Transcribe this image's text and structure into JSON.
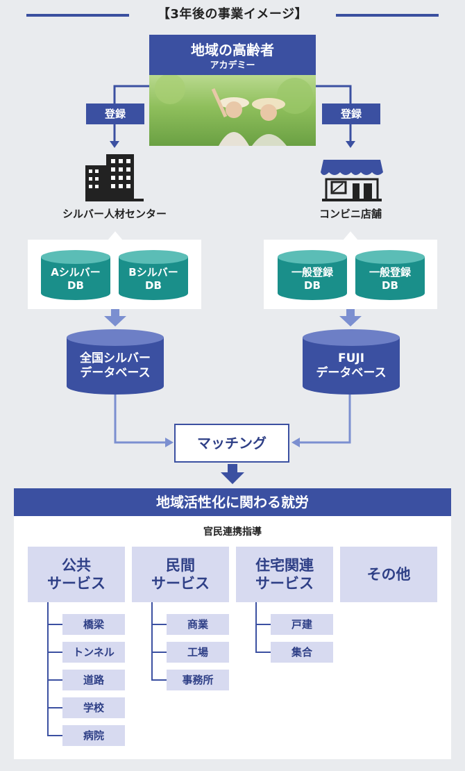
{
  "title": "【3年後の事業イメージ】",
  "academy": {
    "line1": "地域の高齢者",
    "line2": "アカデミー"
  },
  "register_left": "登録",
  "register_right": "登録",
  "silver_center_label": "シルバー人材センター",
  "convenience_label": "コンビニ店舗",
  "left_dbs": [
    {
      "line1": "Aシルバー",
      "line2": "DB"
    },
    {
      "line1": "Bシルバー",
      "line2": "DB"
    }
  ],
  "right_dbs": [
    {
      "line1": "一般登録",
      "line2": "DB"
    },
    {
      "line1": "一般登録",
      "line2": "DB"
    }
  ],
  "national_db": {
    "line1": "全国シルバー",
    "line2": "データベース"
  },
  "fuji_db": {
    "line1": "FUJI",
    "line2": "データベース"
  },
  "matching": "マッチング",
  "employment_title": "地域活性化に関わる就労",
  "public_private": "官民連携指導",
  "categories": [
    {
      "label": "公共\nサービス",
      "items": [
        "橋梁",
        "トンネル",
        "道路",
        "学校",
        "病院"
      ]
    },
    {
      "label": "民間\nサービス",
      "items": [
        "商業",
        "工場",
        "事務所"
      ]
    },
    {
      "label": "住宅関連\nサービス",
      "items": [
        "戸建",
        "集合"
      ]
    },
    {
      "label": "その他",
      "items": []
    }
  ],
  "colors": {
    "navy": "#3b50a1",
    "teal": "#1a8f8a",
    "light_blue": "#d7daf0",
    "arrow": "#7b8fd0"
  }
}
